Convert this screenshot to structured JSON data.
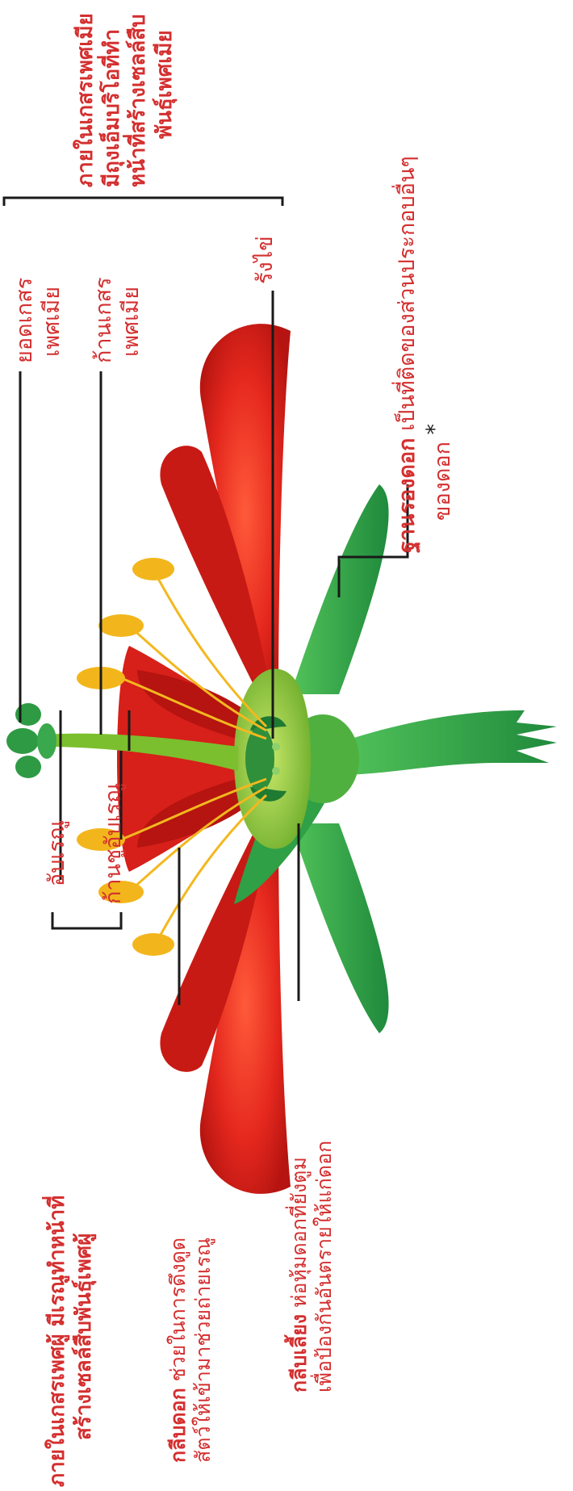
{
  "labels": {
    "stigma": [
      "ยอดเกสร",
      "เพศเมีย"
    ],
    "style": [
      "ก้านเกสร",
      "เพศเมีย"
    ],
    "ovary": "รังไข่",
    "anther": "อับเรณู",
    "filament": "ก้านชูอับเรณู",
    "petal_title": "กลีบดอก",
    "petal_desc": [
      "ช่วยในการดึงดูด",
      "สัตว์ให้เข้ามาช่วยถ่ายเรณู"
    ],
    "sepal_title": "กลีบเลี้ยง",
    "sepal_desc": [
      "ห่อหุ้มดอกที่ยังตูม",
      "เพื่อป้องกันอันตรายให้แก่ดอก"
    ],
    "receptacle_title": "ฐานรองดอก",
    "receptacle_desc": [
      "เป็นที่ติดของส่วนประกอบอื่นๆ",
      "ของดอก"
    ],
    "asterisk": "*",
    "female_note": [
      "ภายในเกสรเพศเมีย",
      "มีถุงเอ็มบริโอที่ทำ",
      "หน้าที่สร้างเซลล์สืบ",
      "พันธุ์เพศเมีย"
    ],
    "male_note": [
      "ภายในเกสรเพศผู้ มีเรณูทำหน้าที่",
      "สร้างเซลล์สืบพันธุ์เพศผู้"
    ]
  },
  "colors": {
    "label_red": "#d42f2f",
    "petal_red": "#e5281e",
    "petal_dark": "#b51410",
    "sepal_green": "#2fa046",
    "pistil_green": "#7bbf2e",
    "anther_yellow": "#f2b61c"
  }
}
